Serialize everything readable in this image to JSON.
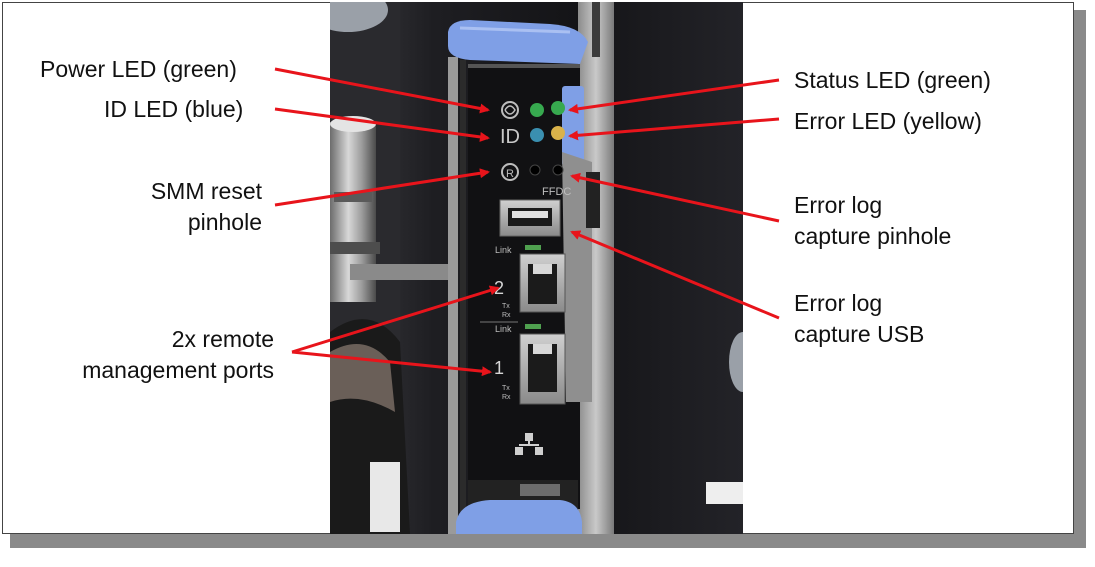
{
  "labels": {
    "power_led": "Power LED (green)",
    "id_led": "ID LED (blue)",
    "smm_reset_1": "SMM reset",
    "smm_reset_2": "pinhole",
    "remote_ports_1": "2x remote",
    "remote_ports_2": "management ports",
    "status_led": "Status LED (green)",
    "error_led": "Error LED (yellow)",
    "error_pinhole_1": "Error log",
    "error_pinhole_2": "capture pinhole",
    "error_usb_1": "Error log",
    "error_usb_2": "capture USB"
  },
  "module_markings": {
    "id": "ID",
    "ffdc": "FFDC",
    "link_top": "Link",
    "port2": "2",
    "txrx_2a": "Tx",
    "txrx_2b": "Rx",
    "link_bottom": "Link",
    "port1": "1",
    "txrx_1a": "Tx",
    "txrx_1b": "Rx"
  },
  "colors": {
    "arrow": "#e8141b",
    "led_green": "#37a94f",
    "led_blue": "#3a8fb0",
    "led_yellow": "#d9b24a",
    "latch_blue": "#7f9fe6"
  }
}
